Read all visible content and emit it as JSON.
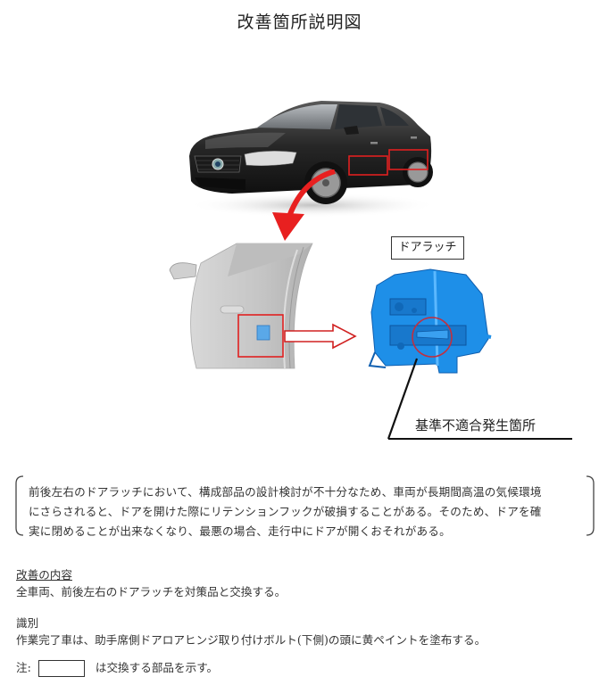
{
  "document": {
    "title": "改善箇所説明図"
  },
  "figure": {
    "car_image": "vehicle-front-three-quarter-black-sedan",
    "door_image": "front-door-gray-render",
    "latch_image": "door-latch-blue-render",
    "latch_label": "ドアラッチ",
    "fault_label": "基準不適合発生箇所",
    "colors": {
      "highlight_red": "#e02020",
      "latch_blue": "#1e8fe8",
      "car_body": "#222222",
      "door_gray": "#c8c8c8",
      "circle": "#c03040"
    }
  },
  "description": {
    "lines": [
      "前後左右のドアラッチにおいて、構成部品の設計検討が不十分なため、車両が長期間高温の気候環境",
      "にさらされると、ドアを開けた際にリテンションフックが破損することがある。そのため、ドアを確",
      "実に閉めることが出来なくなり、最悪の場合、走行中にドアが開くおそれがある。"
    ]
  },
  "improvement": {
    "heading": "改善の内容",
    "text": "全車両、前後左右のドアラッチを対策品と交換する。"
  },
  "identification": {
    "heading": "識別",
    "text": "作業完了車は、助手席側ドアロアヒンジ取り付けボルト(下側)の頭に黄ペイントを塗布する。"
  },
  "note": {
    "prefix": "注:",
    "suffix": "は交換する部品を示す。"
  }
}
